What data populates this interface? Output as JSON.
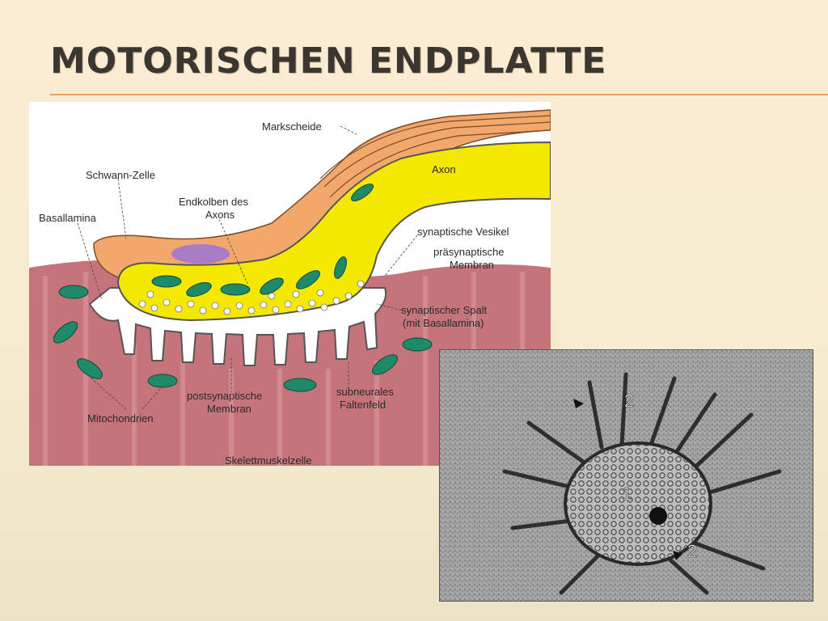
{
  "slide": {
    "title": "MOTORISCHEN ENDPLATTE",
    "accent_color": "#e8a45c"
  },
  "diagram": {
    "labels": {
      "markscheide": "Markscheide",
      "axon": "Axon",
      "schwann_zelle": "Schwann-Zelle",
      "endkolben_line1": "Endkolben des",
      "endkolben_line2": "Axons",
      "basallamina": "Basallamina",
      "vesikel": "synaptische Vesikel",
      "praesyn_line1": "präsynaptische",
      "praesyn_line2": "Membran",
      "spalt_line1": "synaptischer Spalt",
      "spalt_line2": "(mit Basallamina)",
      "subneural_line1": "subneurales",
      "subneural_line2": "Faltenfeld",
      "postsyn_line1": "postsynaptische",
      "postsyn_line2": "Membran",
      "mito": "Mitochondrien",
      "muskel": "Skelettmuskelzelle"
    },
    "colors": {
      "muscle": "#c4747a",
      "axon": "#f5e800",
      "schwann": "#f2a86a",
      "mitochondria": "#1f8a6a",
      "nucleus": "#a77cc4"
    }
  },
  "micrograph": {
    "labels": {
      "terminal": "1",
      "fold_top": "2",
      "fold_bottom": "2"
    }
  }
}
